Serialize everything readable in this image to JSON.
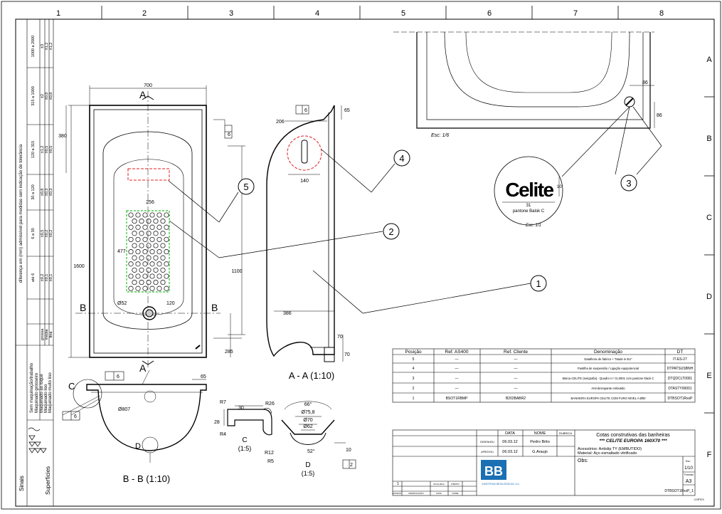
{
  "grid": {
    "cols": [
      "1",
      "2",
      "3",
      "4",
      "5",
      "6",
      "7",
      "8"
    ],
    "rows": [
      "A",
      "B",
      "C",
      "D",
      "E",
      "F"
    ]
  },
  "left_strip": {
    "sinais": "Sinais",
    "superficies": "Superfícies",
    "legend": [
      "Sem maquinação/trabalho",
      "Maquinado grosseiro",
      "Maquinado ao toque",
      "Maquinado liso",
      "Maquinado muito liso"
    ],
    "note": "diferença em (mm) admissível para medidas sem indicação de tolerância",
    "tol_headers": [
      "até 6",
      "6 a 30",
      "30 a 120",
      "120 a 315",
      "315 a 1000",
      "1000 a 2000"
    ],
    "tol_rows": [
      [
        "±0,1",
        "±0,2",
        "±0,3",
        "±0,5",
        "±0,8",
        "±1,2"
      ],
      [
        "±0,1",
        "±0,2",
        "±0,3",
        "±0,5",
        "±0,8",
        "±1,2"
      ],
      [
        "±0,2",
        "±0,5",
        "±0,8",
        "±1,2",
        "±2",
        "±3"
      ]
    ],
    "tol_labels": [
      "fina",
      "média",
      "grossa"
    ]
  },
  "plan_view": {
    "width_label": "700",
    "length_label": "1600",
    "inner_label": "1100",
    "side_label": "380",
    "section_letters": [
      "A",
      "A",
      "B",
      "B"
    ],
    "drain_label": "Ø52",
    "mat_width": "256",
    "mat_height": "477",
    "offset_120": "120",
    "offset_285": "285",
    "flatness": "6"
  },
  "section_aa": {
    "title": "A - A (1:10)",
    "d206": "206",
    "d65": "65",
    "d140": "140",
    "d386": "386",
    "d70a": "70",
    "d70b": "70",
    "flat": "6"
  },
  "section_bb": {
    "title": "B - B (1:10)",
    "radius": "Ø807",
    "d65": "65",
    "flat": "6",
    "detail_c": "C",
    "detail_d": "D"
  },
  "detail_c": {
    "title": "C",
    "scale": "(1:5)",
    "r7": "R7",
    "r26": "R26",
    "d30": "30",
    "d28": "28",
    "r4": "R4"
  },
  "detail_d": {
    "title": "D",
    "scale": "(1:5)",
    "angle": "66°",
    "d75": "Ø75,8",
    "d70": "Ø70",
    "d62": "Ø62",
    "r12": "R12",
    "r5": "R5",
    "angle2": "52°",
    "d10": "10",
    "flat": "2"
  },
  "top_view": {
    "scale": "Esc: 1/6",
    "d86a": "86",
    "d86b": "86"
  },
  "logo": {
    "text": "Celite",
    "d10": "10",
    "d31": "31",
    "pantone": "pantone Balok C",
    "scale": "Esc: 1/1"
  },
  "balloons": [
    "1",
    "2",
    "3",
    "4",
    "5"
  ],
  "parts_table": {
    "headers": [
      "Posição",
      "Ref. AS400",
      "Ref. Cliente",
      "Denominação",
      "DT"
    ],
    "rows": [
      [
        "5",
        "—",
        "—",
        "Datalhora de fabrico + \"Made in EU\"",
        "IT-ES-27"
      ],
      [
        "4",
        "—",
        "—",
        "Pastilha de suspensão / Ligação equipotencial",
        "DTPATSUSBNH"
      ],
      [
        "3",
        "—",
        "—",
        "Marca CELITE (serigrafia) - Quadro n.º CL0001 com pantone black C",
        "DTQDCLT0001"
      ],
      [
        "2",
        "—",
        "—",
        "Anti-derrapante embutido",
        "DTASTY00001"
      ],
      [
        "1",
        "BSOT1RBMP",
        "B202BABR2",
        "BANHEIRA EUROPA CELITE COM FURO NÍVEL A Ø50",
        "DTBSOT1RxxP"
      ]
    ]
  },
  "title_block": {
    "h_data": "DATA",
    "h_nome": "NOME",
    "h_rubrica": "RUBRICA",
    "r_desenhou": "DESENHOU",
    "r_aprovou": "APROVOU",
    "date1": "06.03.12",
    "name1": "Pedro Brito",
    "date2": "06.03.12",
    "name2": "G.Araujo",
    "title1": "Cotas construtivas das banheiras",
    "title2": "***  CELITE EUROPA 160X70  ***",
    "acess": "Acessórios: Antislip TY (EMBUTIDO)",
    "mat": "Material:  Aço esmaltado vitrificado",
    "obs": "Obs:",
    "rev_no": "1",
    "rev_date": "06.03.2012",
    "rev_by": "P.BRITO",
    "f_estado": "ESTADO",
    "f_modif": "MODIFICAÇÃO",
    "f_data": "DATA",
    "f_nome": "NOME",
    "esc_label": "Esc:",
    "esc_val": "1/10",
    "fmt_label": "Formato",
    "fmt_val": "A3",
    "doc_code": "DTBSOT1RxxP_1",
    "logo_text": "BB",
    "company": "INDÚSTRIAS METALÚRGICAS, S.A.",
    "corner": "CORTEX"
  },
  "colors": {
    "mat_green": "#2cc12c",
    "red_dash": "#e02020",
    "logo_blue": "#1b6fb3"
  }
}
